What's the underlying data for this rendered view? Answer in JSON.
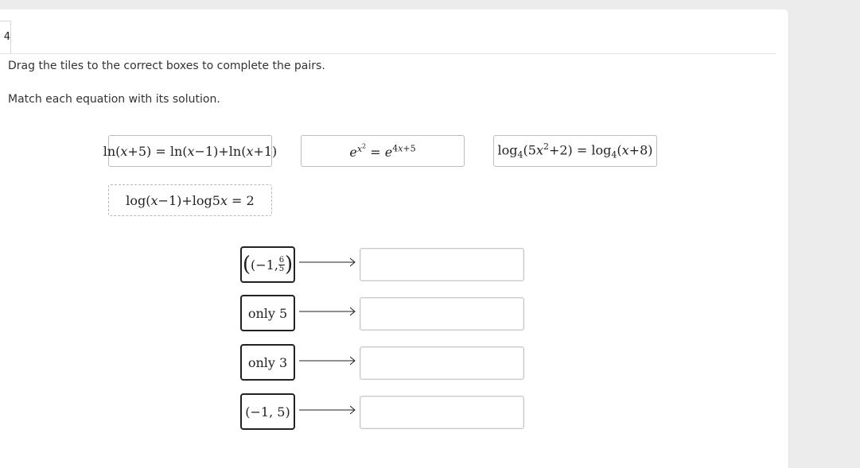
{
  "question": {
    "number": "4",
    "instruction_1": "Drag the tiles to the correct boxes to complete the pairs.",
    "instruction_2": "Match each equation with its solution."
  },
  "tiles": [
    {
      "id": "tile-ln",
      "text": "ln(x+5) = ln(x−1)+ln(x+1)"
    },
    {
      "id": "tile-exp",
      "text": "e^(x²) = e^(4x+5)"
    },
    {
      "id": "tile-log4",
      "text": "log₄(5x²+2) = log₄(x+8)"
    },
    {
      "id": "tile-log",
      "text": "log(x−1)+log5x = 2"
    }
  ],
  "answers": [
    {
      "left": "(−1, ",
      "num": "6",
      "den": "5",
      "right": ")"
    },
    {
      "text": "only 5"
    },
    {
      "text": "only 3"
    },
    {
      "text": "(−1, 5)"
    }
  ]
}
